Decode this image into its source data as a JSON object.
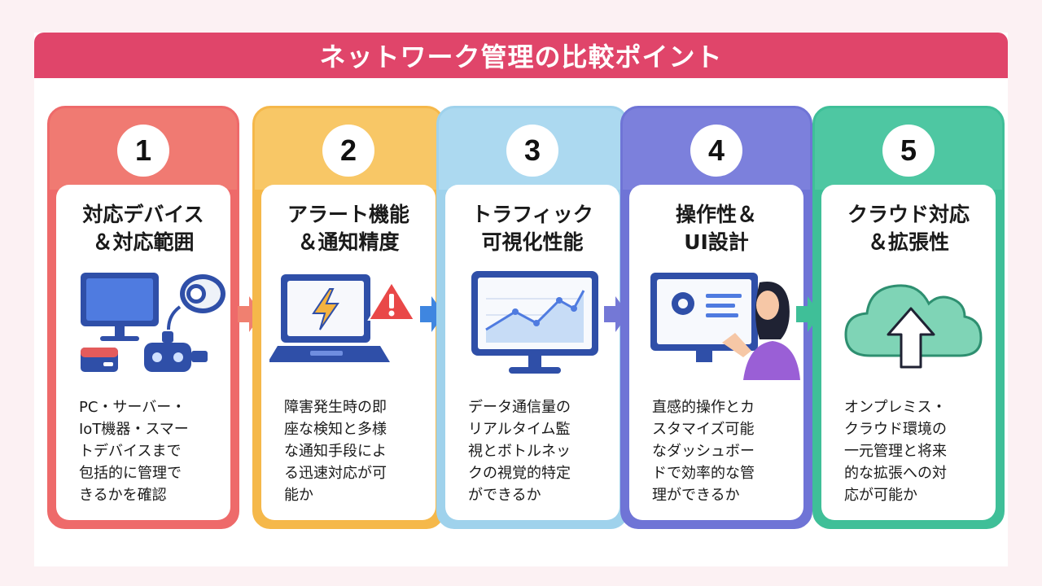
{
  "title": "ネットワーク管理の比較ポイント",
  "cards": [
    {
      "number": "1",
      "title": "対応デバイス\n＆対応範囲",
      "description": "PC・サーバー・\nIoT機器・スマー\nトデバイスまで\n包括的に管理で\nきるかを確認",
      "icon": "devices-icon",
      "color": "#ee6a6a",
      "head_color": "#f07a72"
    },
    {
      "number": "2",
      "title": "アラート機能\n＆通知精度",
      "description": "障害発生時の即\n座な検知と多様\nな通知手段によ\nる迅速対応が可\n能か",
      "icon": "laptop-alert-icon",
      "color": "#f5b84a",
      "head_color": "#f8c766"
    },
    {
      "number": "3",
      "title": "トラフィック\n可視化性能",
      "description": "データ通信量の\nリアルタイム監\n視とボトルネッ\nクの視覚的特定\nができるか",
      "icon": "traffic-chart-icon",
      "color": "#9fd2ec",
      "head_color": "#acd9f0"
    },
    {
      "number": "4",
      "title": "操作性＆\nUI設計",
      "description": "直感的操作とカ\nスタマイズ可能\nなダッシュボー\nドで効率的な管\n理ができるか",
      "icon": "user-dashboard-icon",
      "color": "#6f74d6",
      "head_color": "#7c80dc"
    },
    {
      "number": "5",
      "title": "クラウド対応\n＆拡張性",
      "description": "オンプレミス・\nクラウド環境の\n一元管理と将来\n的な拡張への対\n応が可能か",
      "icon": "cloud-upload-icon",
      "color": "#3fbf98",
      "head_color": "#4ec7a2"
    }
  ]
}
